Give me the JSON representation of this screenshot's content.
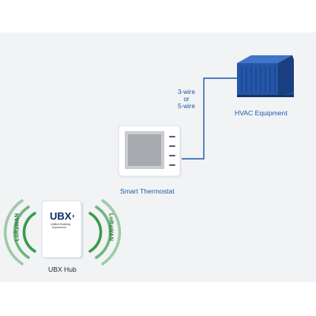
{
  "labels": {
    "wire_line1": "3-wire",
    "wire_line2": "or",
    "wire_line3": "5-wire",
    "hvac": "HVAC Equipment",
    "thermostat": "Smart Thermostat",
    "hub": "UBX Hub",
    "hub_brand": "UBX",
    "hub_company_line1": "Unified Building",
    "hub_company_line2": "Experience",
    "lorawan_left": "LoRaWAN",
    "lorawan_right": "LoRaWAN"
  },
  "colors": {
    "panel_bg": "#f1f3f5",
    "wire": "#1f5aa6",
    "hvac_blue": "#2456a8",
    "signal_green": "#3a9a4a",
    "label_blue": "#1f5aa6"
  }
}
